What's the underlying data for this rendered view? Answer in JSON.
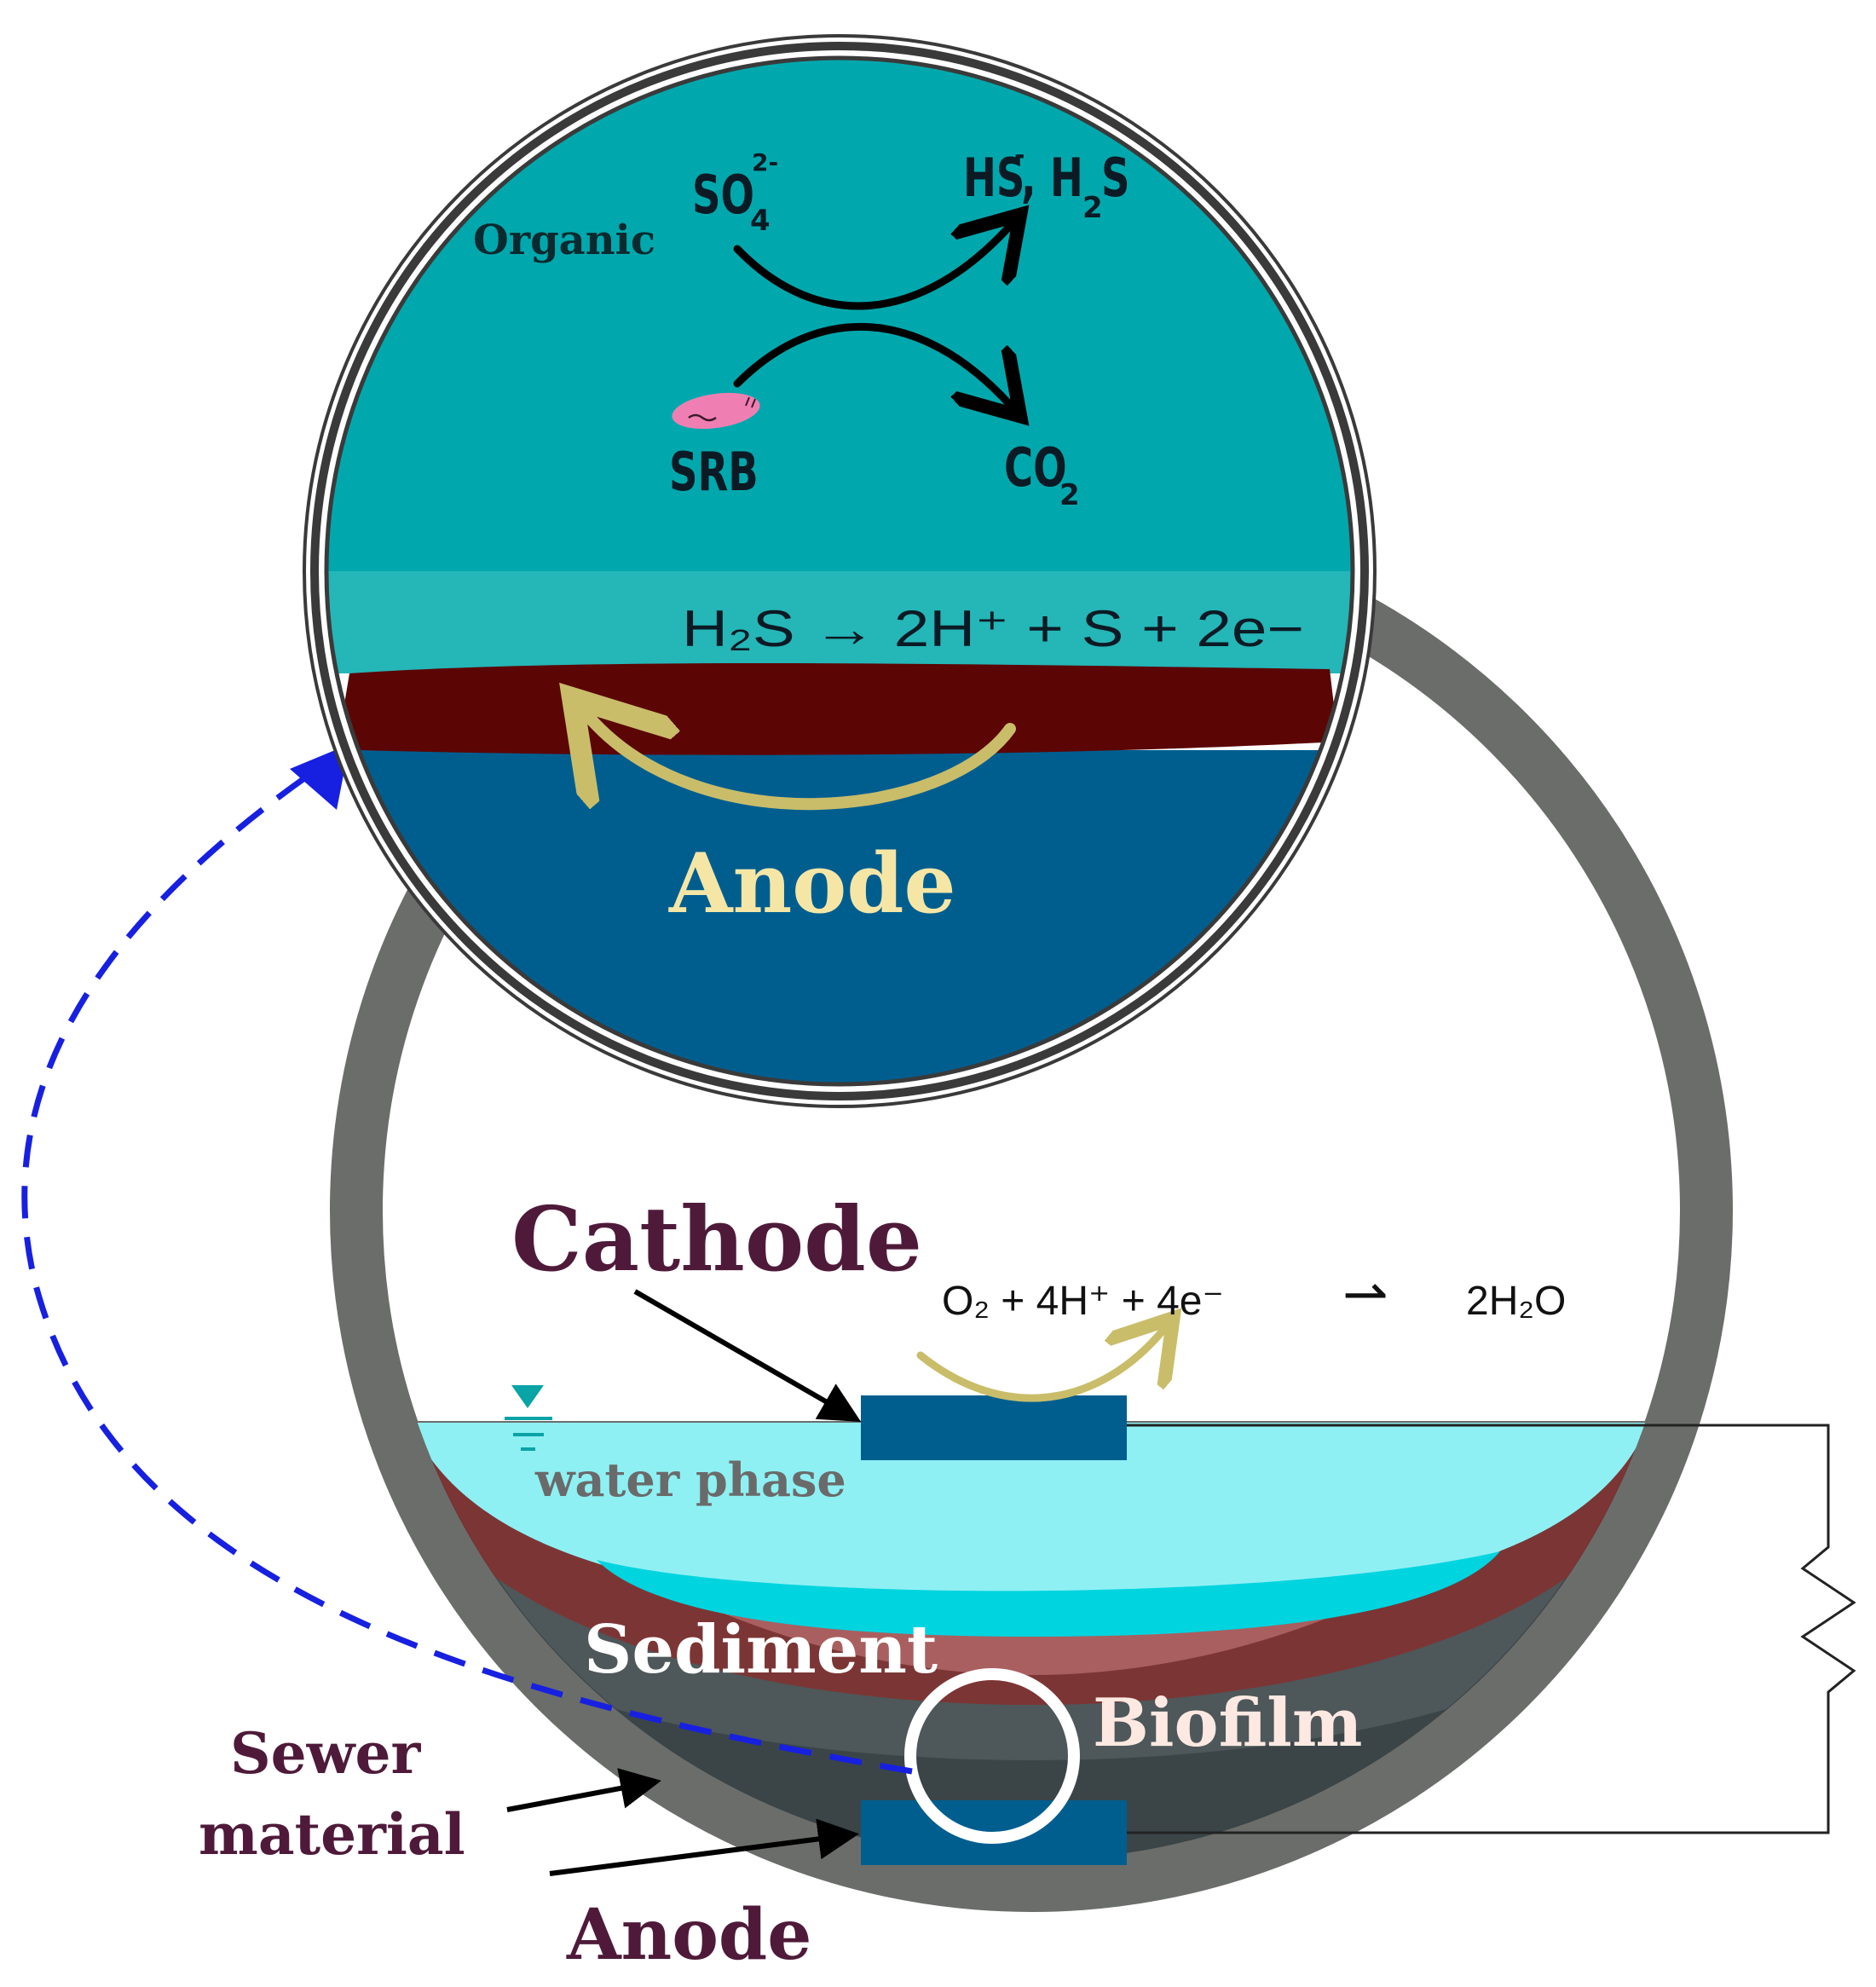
{
  "colors": {
    "pipe": "#6b6d6a",
    "teal": "#00a8ad",
    "teal_light": "#25b6b7",
    "biofilm": "#5c0505",
    "anode_water": "#005e8f",
    "electrode": "#005e8f",
    "water": "#8ef0f3",
    "water_deep": "#00d4df",
    "sediment": "#8c2a2a",
    "label_dark": "#4f1a3a",
    "anode_label": "#f5e6a6",
    "arrow_gold": "#c9bd6a",
    "dashed": "#1720e0",
    "srb": "#ef7fb3"
  },
  "inset": {
    "organic": "Organic",
    "so4": "SO",
    "so4_sub": "4",
    "so4_sup": "2-",
    "hs": "HS",
    "hs_sup": "-",
    "h2s_comma": ", H",
    "h2s_sub": "2",
    "h2s_s": "S",
    "srb": "SRB",
    "co2": "CO",
    "co2_sub": "2",
    "reaction_anode": "H₂S → 2H⁺ + S + 2e−",
    "anode_label": "Anode"
  },
  "main": {
    "cathode_label": "Cathode",
    "cathode_reaction_left": "O₂ + 4H⁺ + 4e⁻",
    "cathode_reaction_arrow": "⇀",
    "cathode_reaction_right": "2H₂O",
    "water_phase": "water phase",
    "sediment": "Sediment",
    "biofilm": "Biofilm",
    "sewer_material_line1": "Sewer",
    "sewer_material_line2": "material",
    "anode_label": "Anode"
  }
}
